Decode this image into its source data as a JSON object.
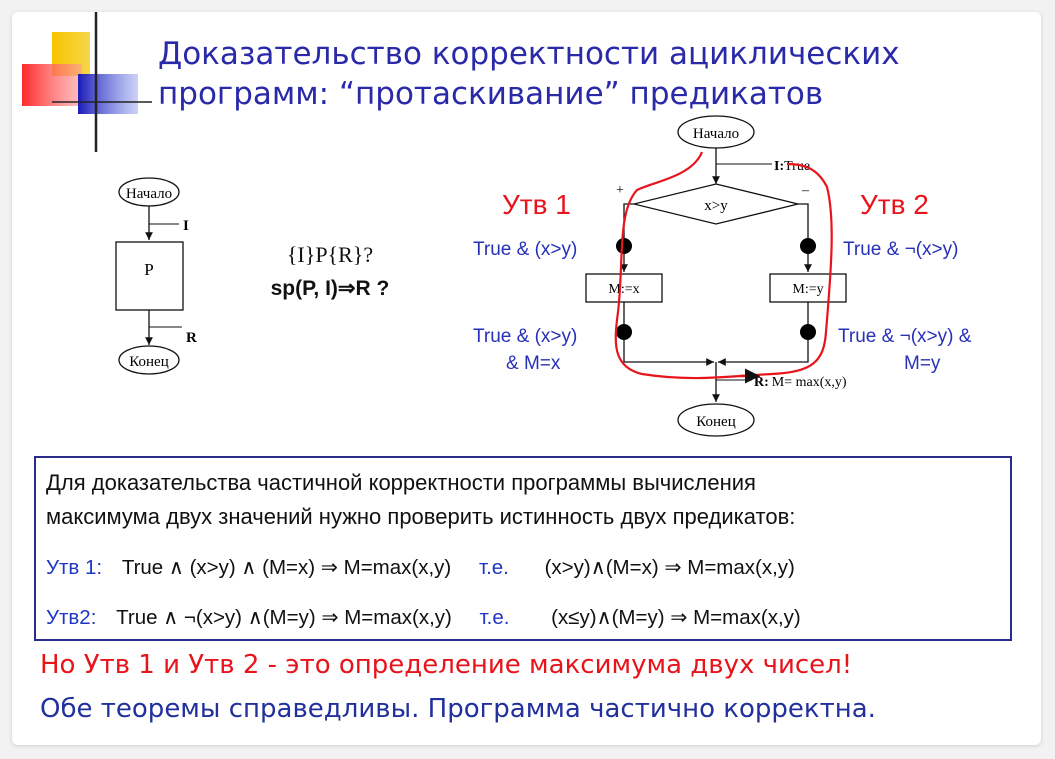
{
  "title": {
    "line1": "Доказательство корректности ациклических",
    "line2": "программ: “протаскивание” предикатов"
  },
  "left_flow": {
    "start": "Начало",
    "pre": "I",
    "block": "P",
    "post": "R",
    "end": "Конец"
  },
  "triple": {
    "line1": "{I}P{R}?",
    "line2": "sp(P, I)⇒R ?"
  },
  "right_flow": {
    "start": "Начало",
    "pre_label": "I:",
    "pre_value": "True",
    "condition": "x>y",
    "plus": "+",
    "minus": "–",
    "left_assign": "M:=x",
    "right_assign": "M:=y",
    "post_label": "R:",
    "post_value": "M= max(x,y)",
    "end": "Конец"
  },
  "annotations": {
    "utv1": "Утв 1",
    "utv2": "Утв 2",
    "left_top": "True & (x>y)",
    "left_bottom_1": "True & (x>y)",
    "left_bottom_2": "& M=x",
    "right_top": "True & ¬(x>y)",
    "right_bottom_1": "True & ¬(x>y) &",
    "right_bottom_2": "M=y"
  },
  "infobox": {
    "intro_1": "Для доказательства частичной корректности программы вычисления",
    "intro_2": "максимума двух значений нужно проверить истинность двух предикатов:",
    "s1_tag": "Утв 1:",
    "s1_expr": "True ∧ (x>y) ∧ (M=x) ⇒ M=max(x,y)",
    "s1_te": "т.е.",
    "s1_simplified": "(x>y)∧(M=x) ⇒ M=max(x,y)",
    "s2_tag": "Утв2:",
    "s2_expr": "True ∧ ¬(x>y) ∧(M=y) ⇒ M=max(x,y)",
    "s2_te": "т.е.",
    "s2_simplified": "(x≤y)∧(M=y) ⇒ M=max(x,y)"
  },
  "conclusion": {
    "line1": "Но Утв 1 и Утв 2 - это определение максимума двух чисел!",
    "line2": "Обе теоремы справедливы. Программа частично корректна."
  },
  "colors": {
    "title": "#2a2aa8",
    "annotation_blue": "#2630b8",
    "highlight_red": "#e8141c",
    "box_border": "#2b2b8c"
  }
}
